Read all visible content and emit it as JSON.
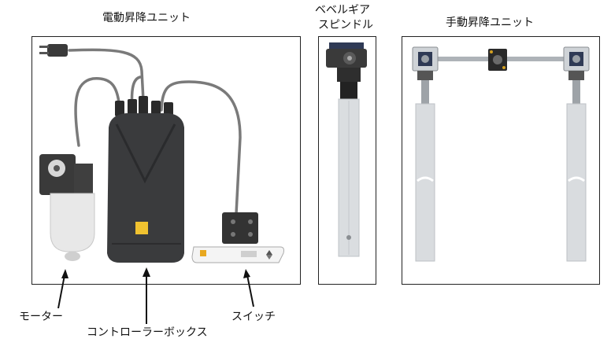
{
  "sections": {
    "electric": {
      "title": "電動昇降ユニット"
    },
    "bevel": {
      "title_line1": "ベベルギア",
      "title_line2": "スピンドル"
    },
    "manual": {
      "title": "手動昇降ユニット"
    }
  },
  "callouts": {
    "motor": "モーター",
    "controller": "コントローラーボックス",
    "switch": "スイッチ"
  },
  "colors": {
    "border": "#222222",
    "controller_body": "#3a3b3d",
    "motor_body": "#e8e8e8",
    "motor_head": "#3a3a3a",
    "cable": "#777777",
    "spindle": "#d9dcdf",
    "gearbox": "#2f3a55",
    "led": "#f0c230",
    "switch_button": "#e8a820"
  },
  "icons": [
    "power-plug-icon",
    "arrow-up-icon"
  ]
}
